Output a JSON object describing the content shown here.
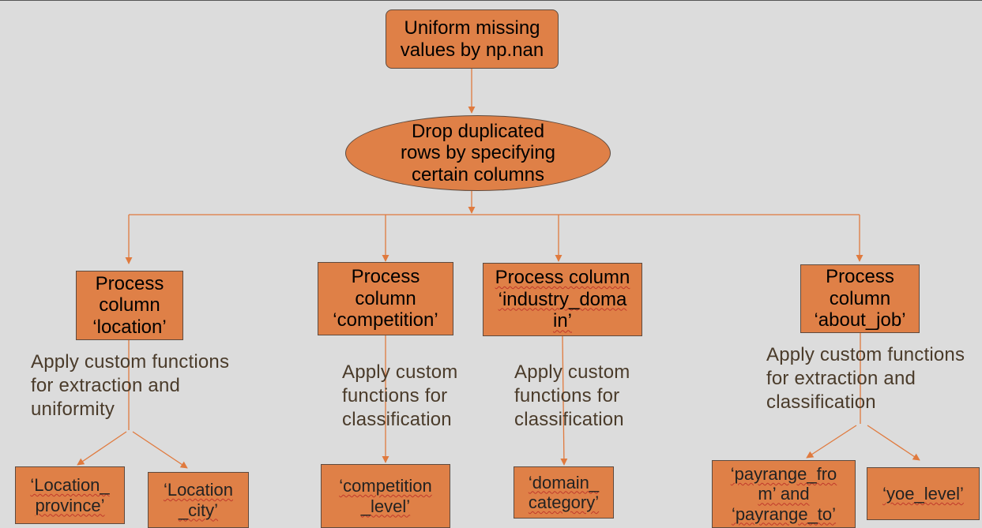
{
  "nodes": {
    "root": "Uniform missing\nvalues by np.nan",
    "dedup": "Drop duplicated\nrows by specifying\ncertain columns",
    "location": "Process\ncolumn\n‘location’",
    "competition": "Process\ncolumn\n‘competition’",
    "industry": "Process column\n‘industry_doma\nin’",
    "about_job": "Process\ncolumn\n‘about_job’",
    "location_province": "‘Location_\nprovince’",
    "location_city": "‘Location\n_city’",
    "competition_level": "‘competition\n_level’",
    "domain_category": "‘domain_\ncategory’",
    "payrange": "‘payrange_fro\nm’ and\n‘payrange_to’",
    "yoe_level": "‘yoe_level’"
  },
  "notes": {
    "location": "Apply custom functions\nfor extraction and\nuniformity",
    "competition": "Apply custom\nfunctions for\nclassification",
    "industry": "Apply custom\nfunctions for\nclassification",
    "about_job": "Apply custom functions\nfor extraction and\nclassification"
  },
  "colors": {
    "node_fill": "#df8047",
    "connector": "#e07a3e",
    "note_text": "#4a3b2a",
    "background": "#dcdcdc"
  }
}
